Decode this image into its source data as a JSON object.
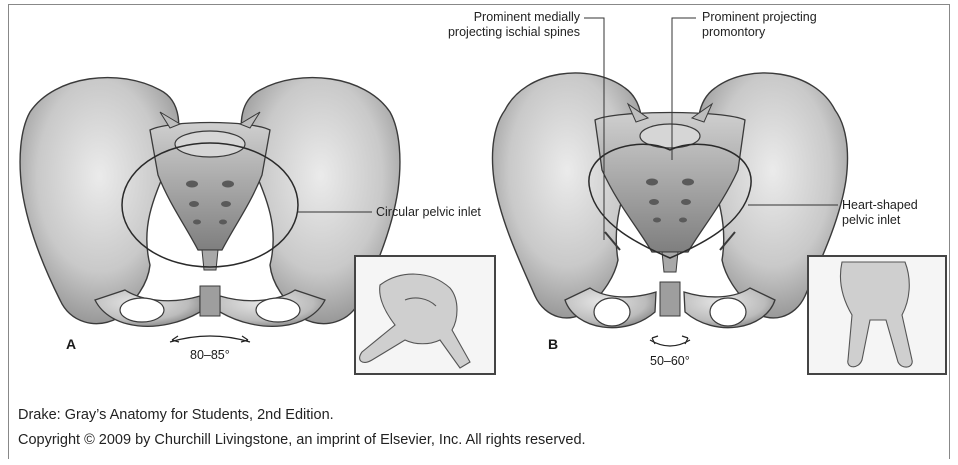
{
  "panels": {
    "a": {
      "letter": "A",
      "inlet_label": "Circular pelvic inlet",
      "angle": "80–85°"
    },
    "b": {
      "letter": "B",
      "spines_label_line1": "Prominent medially",
      "spines_label_line2": "projecting ischial spines",
      "promontory_label_line1": "Prominent projecting",
      "promontory_label_line2": "promontory",
      "inlet_label_line1": "Heart-shaped",
      "inlet_label_line2": "pelvic inlet",
      "angle": "50–60°"
    }
  },
  "caption": {
    "line1": "Drake: Gray’s Anatomy for Students, 2nd Edition.",
    "line2": "Copyright © 2009 by Churchill Livingstone, an imprint of Elsevier, Inc. All rights reserved."
  },
  "colors": {
    "bone_light": "#e2e2e2",
    "bone_mid": "#b8b8b8",
    "bone_dark": "#7a7a7a",
    "outline": "#3a3a3a",
    "inset_border": "#444444"
  }
}
